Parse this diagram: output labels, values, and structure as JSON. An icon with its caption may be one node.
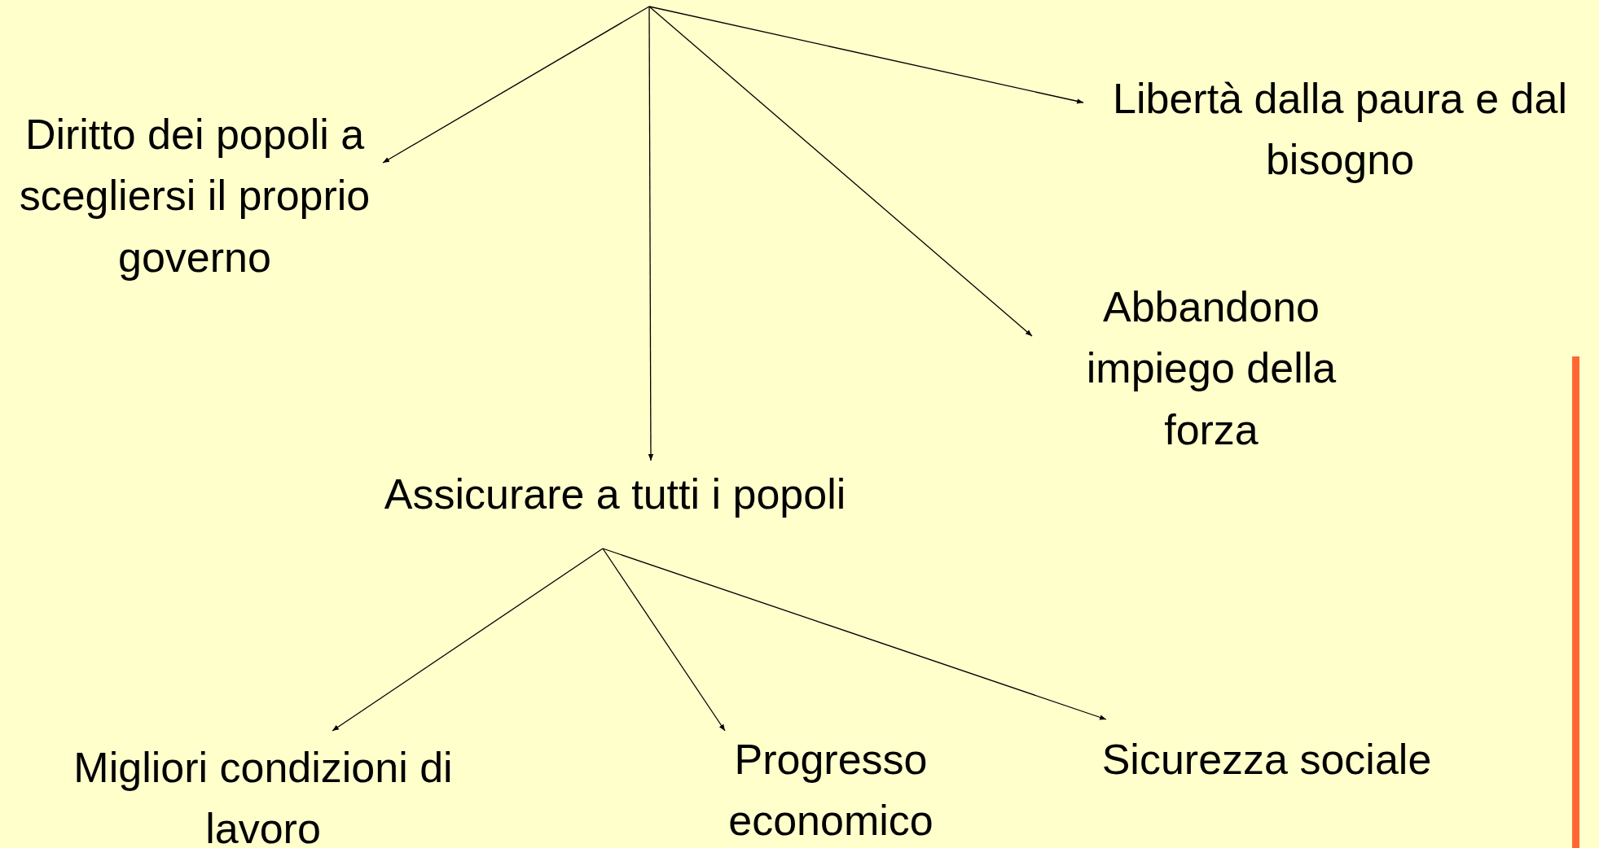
{
  "diagram": {
    "nodes": [
      {
        "text": [
          "Diritto dei popoli a scegliersi il proprio governo"
        ]
      },
      {
        "text": [
          "Libertà dalla paura e dal bisogno"
        ]
      },
      {
        "text": [
          "Abbandono impiego della forza"
        ]
      },
      {
        "text": [
          "Assicurare a tutti i popoli"
        ]
      },
      {
        "text": [
          "Migliori condizioni di lavoro"
        ]
      },
      {
        "text": [
          "Progresso economico"
        ]
      },
      {
        "text": [
          "Sicurezza sociale"
        ]
      }
    ],
    "edges": [
      {
        "from": null,
        "to": 0,
        "arrow": "to"
      },
      {
        "from": null,
        "to": 3,
        "arrow": "to"
      },
      {
        "from": null,
        "to": 2,
        "arrow": "to"
      },
      {
        "from": null,
        "to": 1,
        "arrow": "to"
      },
      {
        "from": 3,
        "to": 4,
        "arrow": "to"
      },
      {
        "from": 3,
        "to": 5,
        "arrow": "to"
      },
      {
        "from": 3,
        "to": 6,
        "arrow": "to"
      }
    ]
  }
}
